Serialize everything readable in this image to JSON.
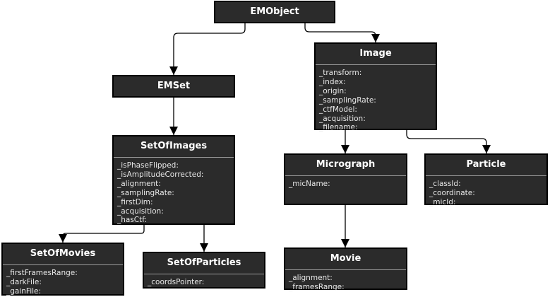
{
  "diagram": {
    "colors": {
      "box_fill": "#2b2b2b",
      "box_border": "#000000",
      "title_text": "#ffffff",
      "attribute_text": "#e8e8e8",
      "connector": "#000000"
    },
    "classes": {
      "emobject": {
        "name": "EMObject",
        "attributes": []
      },
      "image": {
        "name": "Image",
        "attributes": [
          "_transform:",
          "_index:",
          "_origin:",
          "_samplingRate:",
          "_ctfModel:",
          "_acquisition:",
          "_filename:"
        ]
      },
      "emset": {
        "name": "EMSet",
        "attributes": []
      },
      "setofimages": {
        "name": "SetOfImages",
        "attributes": [
          "_isPhaseFlipped:",
          "_isAmplitudeCorrected:",
          "_alignment:",
          "_samplingRate:",
          "_firstDim:",
          "_acquisition:",
          "_hasCtf:"
        ]
      },
      "micrograph": {
        "name": "Micrograph",
        "attributes": [
          "_micName:"
        ]
      },
      "particle": {
        "name": "Particle",
        "attributes": [
          "_classId:",
          "_coordinate:",
          "_micId:"
        ]
      },
      "setofmovies": {
        "name": "SetOfMovies",
        "attributes": [
          "_firstFramesRange:",
          "_darkFile:",
          "_gainFile:"
        ]
      },
      "setofparticles": {
        "name": "SetOfParticles",
        "attributes": [
          "_coordsPointer:"
        ]
      },
      "movie": {
        "name": "Movie",
        "attributes": [
          "_alignment:",
          "_framesRange:"
        ]
      }
    },
    "relations": [
      {
        "from": "emobject",
        "to": "emset"
      },
      {
        "from": "emobject",
        "to": "image"
      },
      {
        "from": "emset",
        "to": "setofimages"
      },
      {
        "from": "setofimages",
        "to": "setofmovies"
      },
      {
        "from": "setofimages",
        "to": "setofparticles"
      },
      {
        "from": "image",
        "to": "micrograph"
      },
      {
        "from": "image",
        "to": "particle"
      },
      {
        "from": "micrograph",
        "to": "movie"
      }
    ]
  }
}
